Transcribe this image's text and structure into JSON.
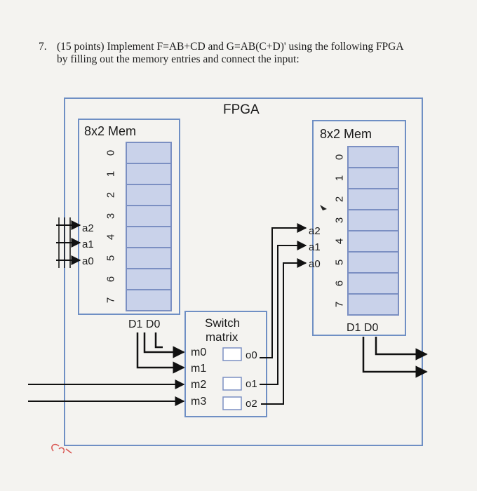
{
  "question": {
    "number": "7.",
    "line1": "(15 points) Implement F=AB+CD and G=AB(C+D)' using the following FPGA",
    "line2": "by filling out the memory entries and connect the input:"
  },
  "diagram": {
    "fpga_label": "FPGA",
    "left_mem": {
      "title": "8x2 Mem",
      "addresses": [
        "0",
        "1",
        "2",
        "3",
        "4",
        "5",
        "6",
        "7"
      ],
      "inputs": [
        "a2",
        "a1",
        "a0"
      ],
      "outputs": "D1 D0"
    },
    "right_mem": {
      "title": "8x2 Mem",
      "addresses": [
        "0",
        "1",
        "2",
        "3",
        "4",
        "5",
        "6",
        "7"
      ],
      "inputs": [
        "a2",
        "a1",
        "a0"
      ],
      "outputs": "D1 D0"
    },
    "switch": {
      "title_line1": "Switch",
      "title_line2": "matrix",
      "inputs": [
        "m0",
        "m1",
        "m2",
        "m3"
      ],
      "outputs": [
        "o0",
        "o1",
        "o2"
      ]
    },
    "colors": {
      "blue_line": "#6f8fc4",
      "cell_fill": "#c9d2ea",
      "cell_stroke": "#7b8fc2",
      "wire": "#111111"
    }
  }
}
